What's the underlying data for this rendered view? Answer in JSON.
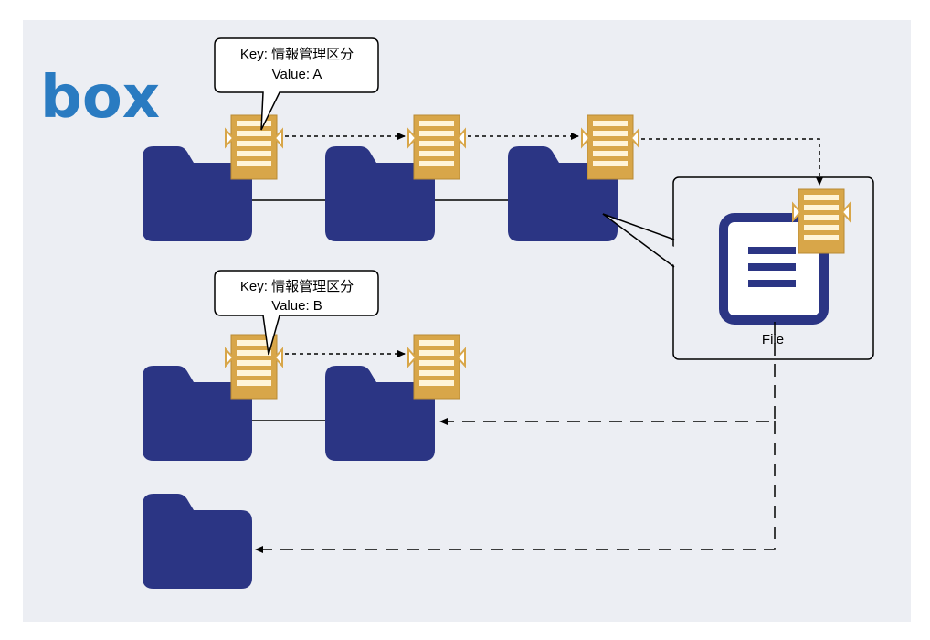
{
  "logo": {
    "text": "box",
    "color": "#2a7bc1"
  },
  "callout_a": {
    "key_line": "Key: 情報管理区分",
    "value_line": "Value: A"
  },
  "callout_b": {
    "key_line": "Key: 情報管理区分",
    "value_line": "Value: B"
  },
  "file": {
    "label": "File"
  },
  "colors": {
    "folder": "#2b3584",
    "metadata": "#d8a649",
    "metadata_dark": "#b98a34",
    "background": "#eceef3",
    "line": "#000000"
  }
}
